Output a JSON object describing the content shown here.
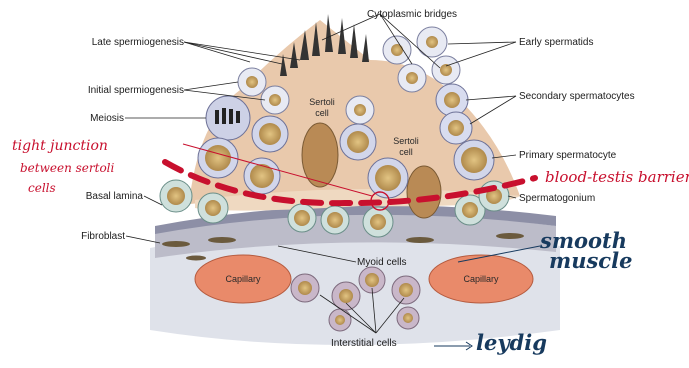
{
  "labels": {
    "late_spermiogenesis": "Late spermiogenesis",
    "cytoplasmic_bridges": "Cytoplasmic bridges",
    "early_spermatids": "Early spermatids",
    "initial_spermiogenesis": "Initial spermiogenesis",
    "meiosis": "Meiosis",
    "secondary_spermatocytes": "Secondary spermatocytes",
    "primary_spermatocyte": "Primary spermatocyte",
    "basal_lamina": "Basal lamina",
    "spermatogonium": "Spermatogonium",
    "fibroblast": "Fibroblast",
    "myoid_cells": "Myoid cells",
    "interstitial_cells": "Interstitial cells"
  },
  "inline": {
    "sertoli_1": [
      "Sertoli",
      "cell"
    ],
    "sertoli_2": [
      "Sertoli",
      "cell"
    ],
    "capillary_left": "Capillary",
    "capillary_right": "Capillary"
  },
  "annotations": {
    "tight_junction": [
      "tight junction",
      "between sertoli",
      "cells"
    ],
    "blood_testis_barrier": "blood-testis barrier",
    "smooth_muscle": [
      "smooth",
      "muscle"
    ],
    "leydig": "leydig"
  },
  "colors": {
    "annotation_red": "#c8102e",
    "annotation_blue": "#173a5e",
    "sertoli": "#e9c9ac",
    "capillary": "#e98a6a"
  }
}
